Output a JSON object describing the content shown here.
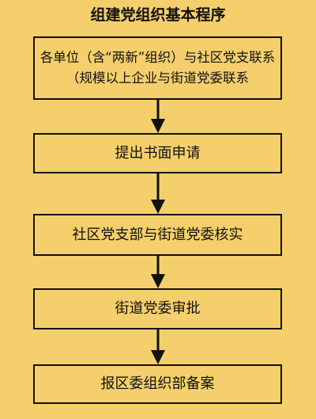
{
  "title": "组建党组织基本程序",
  "steps": [
    {
      "lines": [
        "各单位（含“两新”组织）与社区党支联系",
        "（规模以上企业与街道党委联系"
      ]
    },
    {
      "lines": [
        "提出书面申请"
      ]
    },
    {
      "lines": [
        "社区党支部与街道党委核实"
      ]
    },
    {
      "lines": [
        "街道党委审批"
      ]
    },
    {
      "lines": [
        "报区委组织部备案"
      ]
    }
  ],
  "colors": {
    "background": "#F5CF6C",
    "stroke": "#111111"
  }
}
